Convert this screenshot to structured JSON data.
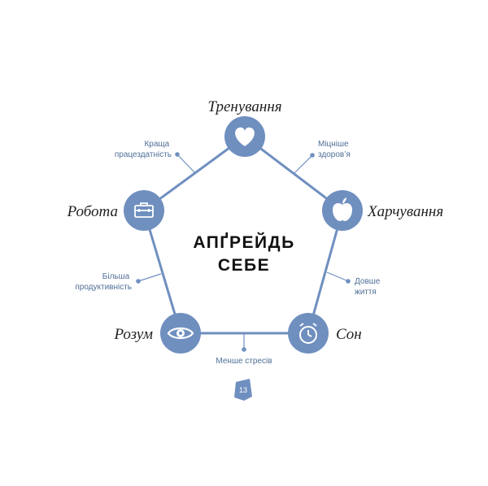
{
  "title": {
    "line1": "АПҐРЕЙДЬ",
    "line2": "СЕБЕ"
  },
  "nodes": {
    "training": {
      "label": "Тренування",
      "icon": "heart-icon"
    },
    "nutrition": {
      "label": "Харчування",
      "icon": "apple-icon"
    },
    "sleep": {
      "label": "Сон",
      "icon": "alarm-clock-icon"
    },
    "mind": {
      "label": "Розум",
      "icon": "eye-icon"
    },
    "work": {
      "label": "Робота",
      "icon": "briefcase-icon"
    }
  },
  "benefits": {
    "work_training": {
      "line1": "Краща",
      "line2": "працездатність"
    },
    "training_nutrition": {
      "line1": "Міцніше",
      "line2": "здоров’я"
    },
    "nutrition_sleep": {
      "line1": "Довше",
      "line2": "життя"
    },
    "sleep_mind": {
      "line1": "Менше стресів"
    },
    "mind_work": {
      "line1": "Більша",
      "line2": "продуктивність"
    }
  },
  "page_number": "13",
  "colors": {
    "accent": "#6f8fbf",
    "benefit_text": "#4f6f98",
    "edge": "#6f8fbf"
  }
}
